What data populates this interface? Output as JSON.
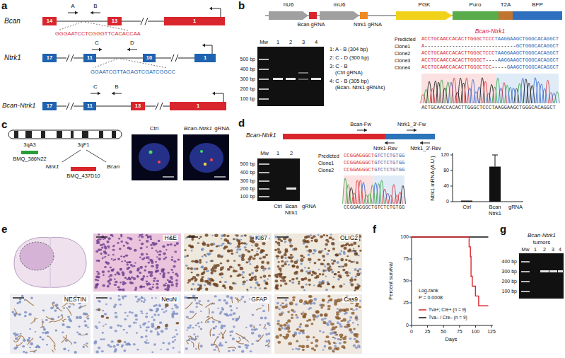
{
  "diagram": {
    "nodes": [
      {
        "text": [
          "14"
        ]
      },
      {
        "text": [
          "13"
        ]
      },
      {
        "text": [
          "1"
        ]
      },
      {
        "text": [
          "17"
        ]
      },
      {
        "text": [
          "11"
        ]
      },
      {
        "text": [
          "10"
        ]
      },
      {
        "text": [
          "1"
        ]
      },
      {
        "text": [
          "17"
        ]
      },
      {
        "text": [
          "11"
        ]
      },
      {
        "text": [
          "13"
        ]
      },
      {
        "text": [
          "1"
        ]
      }
    ],
    "edges": [
      {
        "from": 0,
        "to": 1,
        "arrow": "none"
      },
      {
        "from": 1,
        "to": 2,
        "arrow": "none"
      },
      {
        "from": 3,
        "to": 4,
        "arrow": "none"
      },
      {
        "from": 4,
        "to": 5,
        "arrow": "none"
      },
      {
        "from": 5,
        "to": 6,
        "arrow": "none"
      },
      {
        "from": 7,
        "to": 8,
        "arrow": "none"
      },
      {
        "from": 8,
        "to": 9,
        "arrow": "none"
      },
      {
        "from": 9,
        "to": 10,
        "arrow": "none"
      }
    ],
    "labels": [
      "a",
      "Bcan",
      "A",
      "B",
      "GGGAATCCTCGGGTTCACACCAA",
      "Ntrk1",
      "C",
      "D",
      "GGAATCGTTAGAGTCGATCGGCC",
      "Bcan-Ntrk1",
      "C",
      "B",
      "b",
      "hU6",
      "mU6",
      "PGK",
      "Puro",
      "T2A",
      "BFP",
      "Bcan gRNA",
      "Ntrk1 gRNA",
      "Mw",
      "1",
      "2",
      "3",
      "4",
      "500 bp",
      "400 bp",
      "300 bp",
      "200 bp",
      "100 bp",
      "1: A - B (304 bp)",
      "2: C - D (300 bp)",
      "3: C - B",
      "(Ctrl gRNA)",
      "4: C - B (305 bp)",
      "(Bcan- Ntrk1 gRNAs)",
      "Bcan-Ntrk1",
      "Predicted",
      "ACCTGCAACCACACTTGGGCTCCC",
      "TAAGGAAGCTGGGCACAGGCT",
      "Clone1",
      "A",
      "------------------------------",
      "GCTGGGCACAGGCT",
      "Clone2",
      "ACCTGCAACCACACTTGGGCTCCC",
      "TAAGGAAGCTGGGCACAGGCT",
      "Clone3",
      "ACCTGCAACCACACTTGGGCT",
      "----",
      "AAGGAAGCTGGGCACAGGCT",
      "Clone4",
      "ACCTGCAACCACACTTGGGCTCC",
      "-----",
      "GAAGCTGGGCACAGGCT",
      "ACTGCAACCACACTTGGGCTCCCTAAGGAAGCTGGGCACAGGCT",
      "c",
      "3qA3",
      "3qF1",
      "BMQ_386N22",
      "Ntrk1",
      "Bcan",
      "BMQ_437D10",
      "Ctrl",
      "Bcan-Ntrk1",
      "gRNA",
      "d",
      "Bcan-Ntrk1",
      "Bcan-Fw",
      "Ntrk1_3′-Fw",
      "Ntrk1-Rev",
      "Ntrk1_3′-Rev",
      "Mw",
      "1",
      "2",
      "500 bp",
      "400 bp",
      "300 bp",
      "200 bp",
      "100 bp",
      "Ctrl",
      "Bcan",
      "Ntrk1",
      "gRNA",
      "Predicted",
      "CCGGAGGGCT",
      "GTCTCTGTGG",
      "Clone1",
      "CCGGAGGGCT",
      "GTCTCTGTGG",
      "Clone2",
      "CCGGAGGGCT",
      "GTCTCTGTGG",
      "CCGGAGGGCTGTCTCTGTGG",
      "Ntrk1 mRNA (A.U.)",
      "120",
      "80",
      "40",
      "0",
      "Ctrl",
      "Bcan",
      "Ntrk1",
      "gRNA",
      "e",
      "H&E",
      "Ki67",
      "OLIG2",
      "NESTIN",
      "NeuN",
      "GFAP",
      "Cas9",
      "f",
      "100",
      "75",
      "50",
      "25",
      "0",
      "Percent survival",
      "0",
      "25",
      "50",
      "75",
      "100",
      "125",
      "Days",
      "Log-rank",
      "P = 0.0008",
      "g",
      "Bcan-Ntrk1",
      "tumors",
      "Mw",
      "1",
      "2",
      "3",
      "4",
      "400 bp",
      "300 bp",
      "200 bp",
      "100 bp"
    ],
    "legend": [
      {
        "text": "Tva+; Cre+ (n = 9)"
      },
      {
        "text": "Tva– / Cre– (n = 9)"
      }
    ]
  }
}
